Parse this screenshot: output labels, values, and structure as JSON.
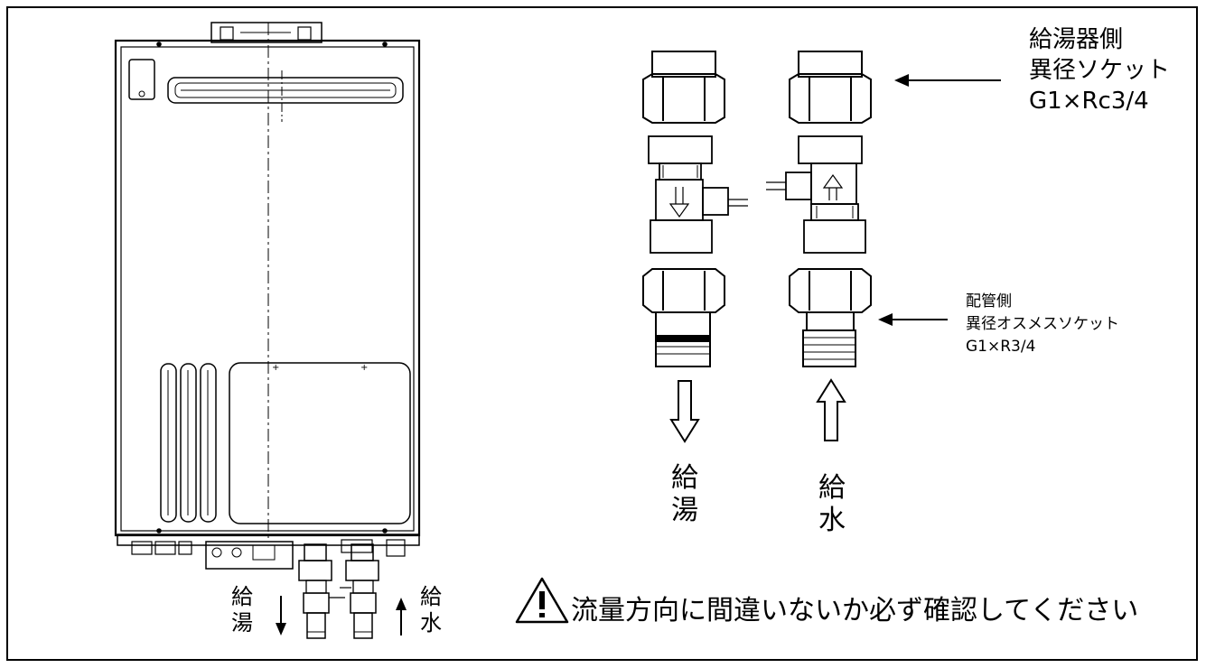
{
  "upper_callout": {
    "line1": "給湯器側",
    "line2": "異径ソケット",
    "line3": "G1×Rc3/4"
  },
  "lower_callout": {
    "line1": "配管側",
    "line2": "異径オスメスソケット",
    "line3": "G1×R3/4"
  },
  "flows": {
    "hot_chars": [
      "給",
      "湯"
    ],
    "cold_chars": [
      "給",
      "水"
    ]
  },
  "bottom_labels": {
    "hot_chars": [
      "給",
      "湯"
    ],
    "cold_chars": [
      "給",
      "水"
    ]
  },
  "warning": {
    "text": "流量方向に間違いないか必ず確認してください",
    "icon": "warning-triangle-icon"
  }
}
